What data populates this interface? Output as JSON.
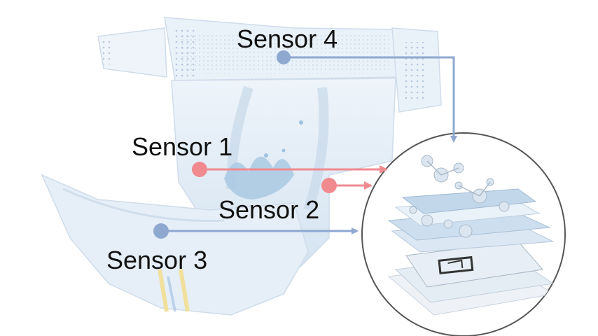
{
  "diagram": {
    "sensors": [
      {
        "id": "sensor-1",
        "label": "Sensor 1"
      },
      {
        "id": "sensor-2",
        "label": "Sensor 2"
      },
      {
        "id": "sensor-3",
        "label": "Sensor 3"
      },
      {
        "id": "sensor-4",
        "label": "Sensor 4"
      }
    ],
    "colors": {
      "blue_marker": "#8fa8d0",
      "red_marker": "#f08a8e",
      "diaper_light": "#e6eff8",
      "diaper_mid": "#c6d8ea",
      "circle_border": "#555555"
    }
  }
}
